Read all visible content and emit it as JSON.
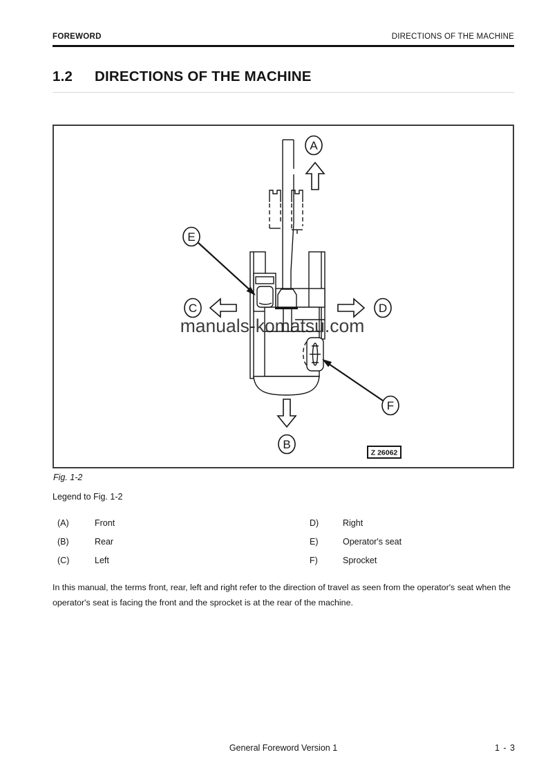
{
  "header": {
    "left": "FOREWORD",
    "right": "DIRECTIONS OF THE MACHINE"
  },
  "title": {
    "number": "1.2",
    "text": "DIRECTIONS OF THE MACHINE"
  },
  "figure": {
    "markers": [
      "A",
      "B",
      "C",
      "D",
      "E",
      "F"
    ],
    "watermark": "manuals-komatsu.com",
    "drawing_number": "Z 26062",
    "caption": "Fig. 1-2",
    "legend_title": "Legend to Fig. 1-2"
  },
  "legend": {
    "left": [
      {
        "key": "(A)",
        "value": "Front"
      },
      {
        "key": "(B)",
        "value": "Rear"
      },
      {
        "key": "(C)",
        "value": "Left"
      }
    ],
    "right": [
      {
        "key": "D)",
        "value": "Right"
      },
      {
        "key": "E)",
        "value": "Operator's seat"
      },
      {
        "key": "F)",
        "value": "Sprocket"
      }
    ]
  },
  "paragraph": "In this manual, the terms front, rear, left and right refer to the direction of travel as seen from the operator's seat when the operator's seat is facing the front and the sprocket is at the rear of the machine.",
  "footer": {
    "center": "General Foreword Version 1",
    "page": "1 - 3"
  }
}
